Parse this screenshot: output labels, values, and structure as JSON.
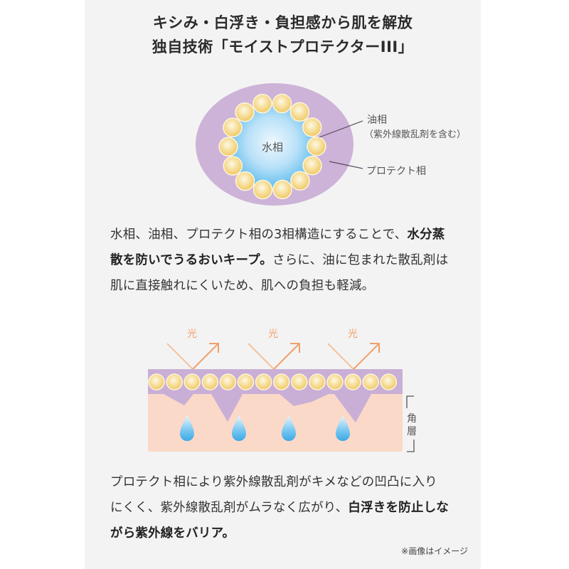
{
  "header": {
    "title_line1": "キシみ・白浮き・負担感から肌を解放",
    "title_line2": "独自技術「モイストプロテクターIII」"
  },
  "oval_diagram": {
    "center_label": "水相",
    "oil_label": "油相",
    "oil_sublabel": "（紫外線散乱剤を含む）",
    "protect_label": "プロテクト相",
    "colors": {
      "protect": "#cdb3d8",
      "water_center": "#e6f4fd",
      "water_edge": "#6cc1ee",
      "oil_ball": "#f4d57e",
      "leader_line": "#5a4a5f"
    }
  },
  "paragraph1": {
    "line1_normal": "水相、油相、プロテクト相の3相構造にすることで、",
    "line1_bold": "水分蒸",
    "line2_bold": "散を防いでうるおいキープ。",
    "line2_normal": "さらに、油に包まれた散乱剤は",
    "line3_normal": "肌に直接触れにくいため、肌への負担も軽減。"
  },
  "layer_diagram": {
    "light_labels": [
      "光",
      "光",
      "光"
    ],
    "stratum_label_1": "角",
    "stratum_label_2": "層",
    "colors": {
      "light_arrow": "#f0a06c",
      "protect_layer": "#c9afd6",
      "skin": "#fbd9c8",
      "drop": "#55b8ec"
    }
  },
  "paragraph2": {
    "line1_normal": "プロテクト相により紫外線散乱剤がキメなどの凹凸に入り",
    "line2_normal": "にくく、紫外線散乱剤がムラなく広がり、",
    "line2_bold": "白浮きを防止しな",
    "line3_bold": "がら紫外線をバリア。"
  },
  "note": "※画像はイメージ"
}
